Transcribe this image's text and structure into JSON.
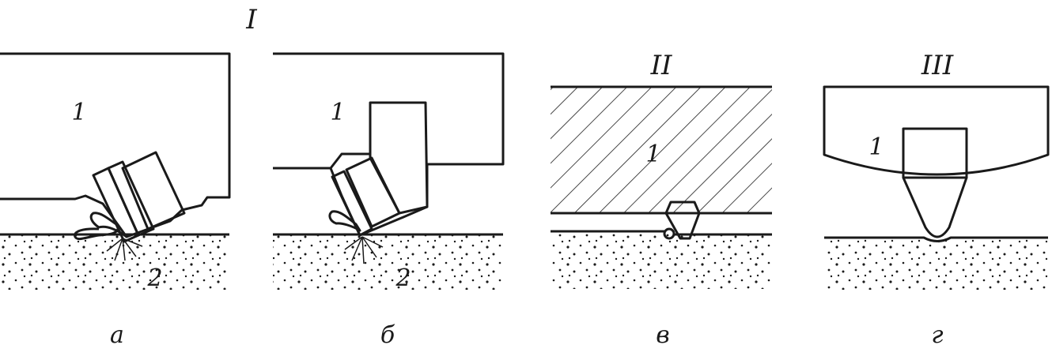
{
  "figure": {
    "group_labels": [
      "I",
      "II",
      "III"
    ],
    "panels": [
      {
        "id": "a",
        "caption": "а",
        "part_labels": [
          "1",
          "2"
        ],
        "icon": "inclined-cutter-with-chip-icon"
      },
      {
        "id": "b",
        "caption": "б",
        "part_labels": [
          "1",
          "2"
        ],
        "icon": "inclined-cutter-bent-holder-icon"
      },
      {
        "id": "v",
        "caption": "в",
        "part_labels": [
          "1"
        ],
        "icon": "flat-tool-rolling-icon"
      },
      {
        "id": "g",
        "caption": "г",
        "part_labels": [
          "1"
        ],
        "icon": "pointed-indenter-icon"
      }
    ]
  }
}
